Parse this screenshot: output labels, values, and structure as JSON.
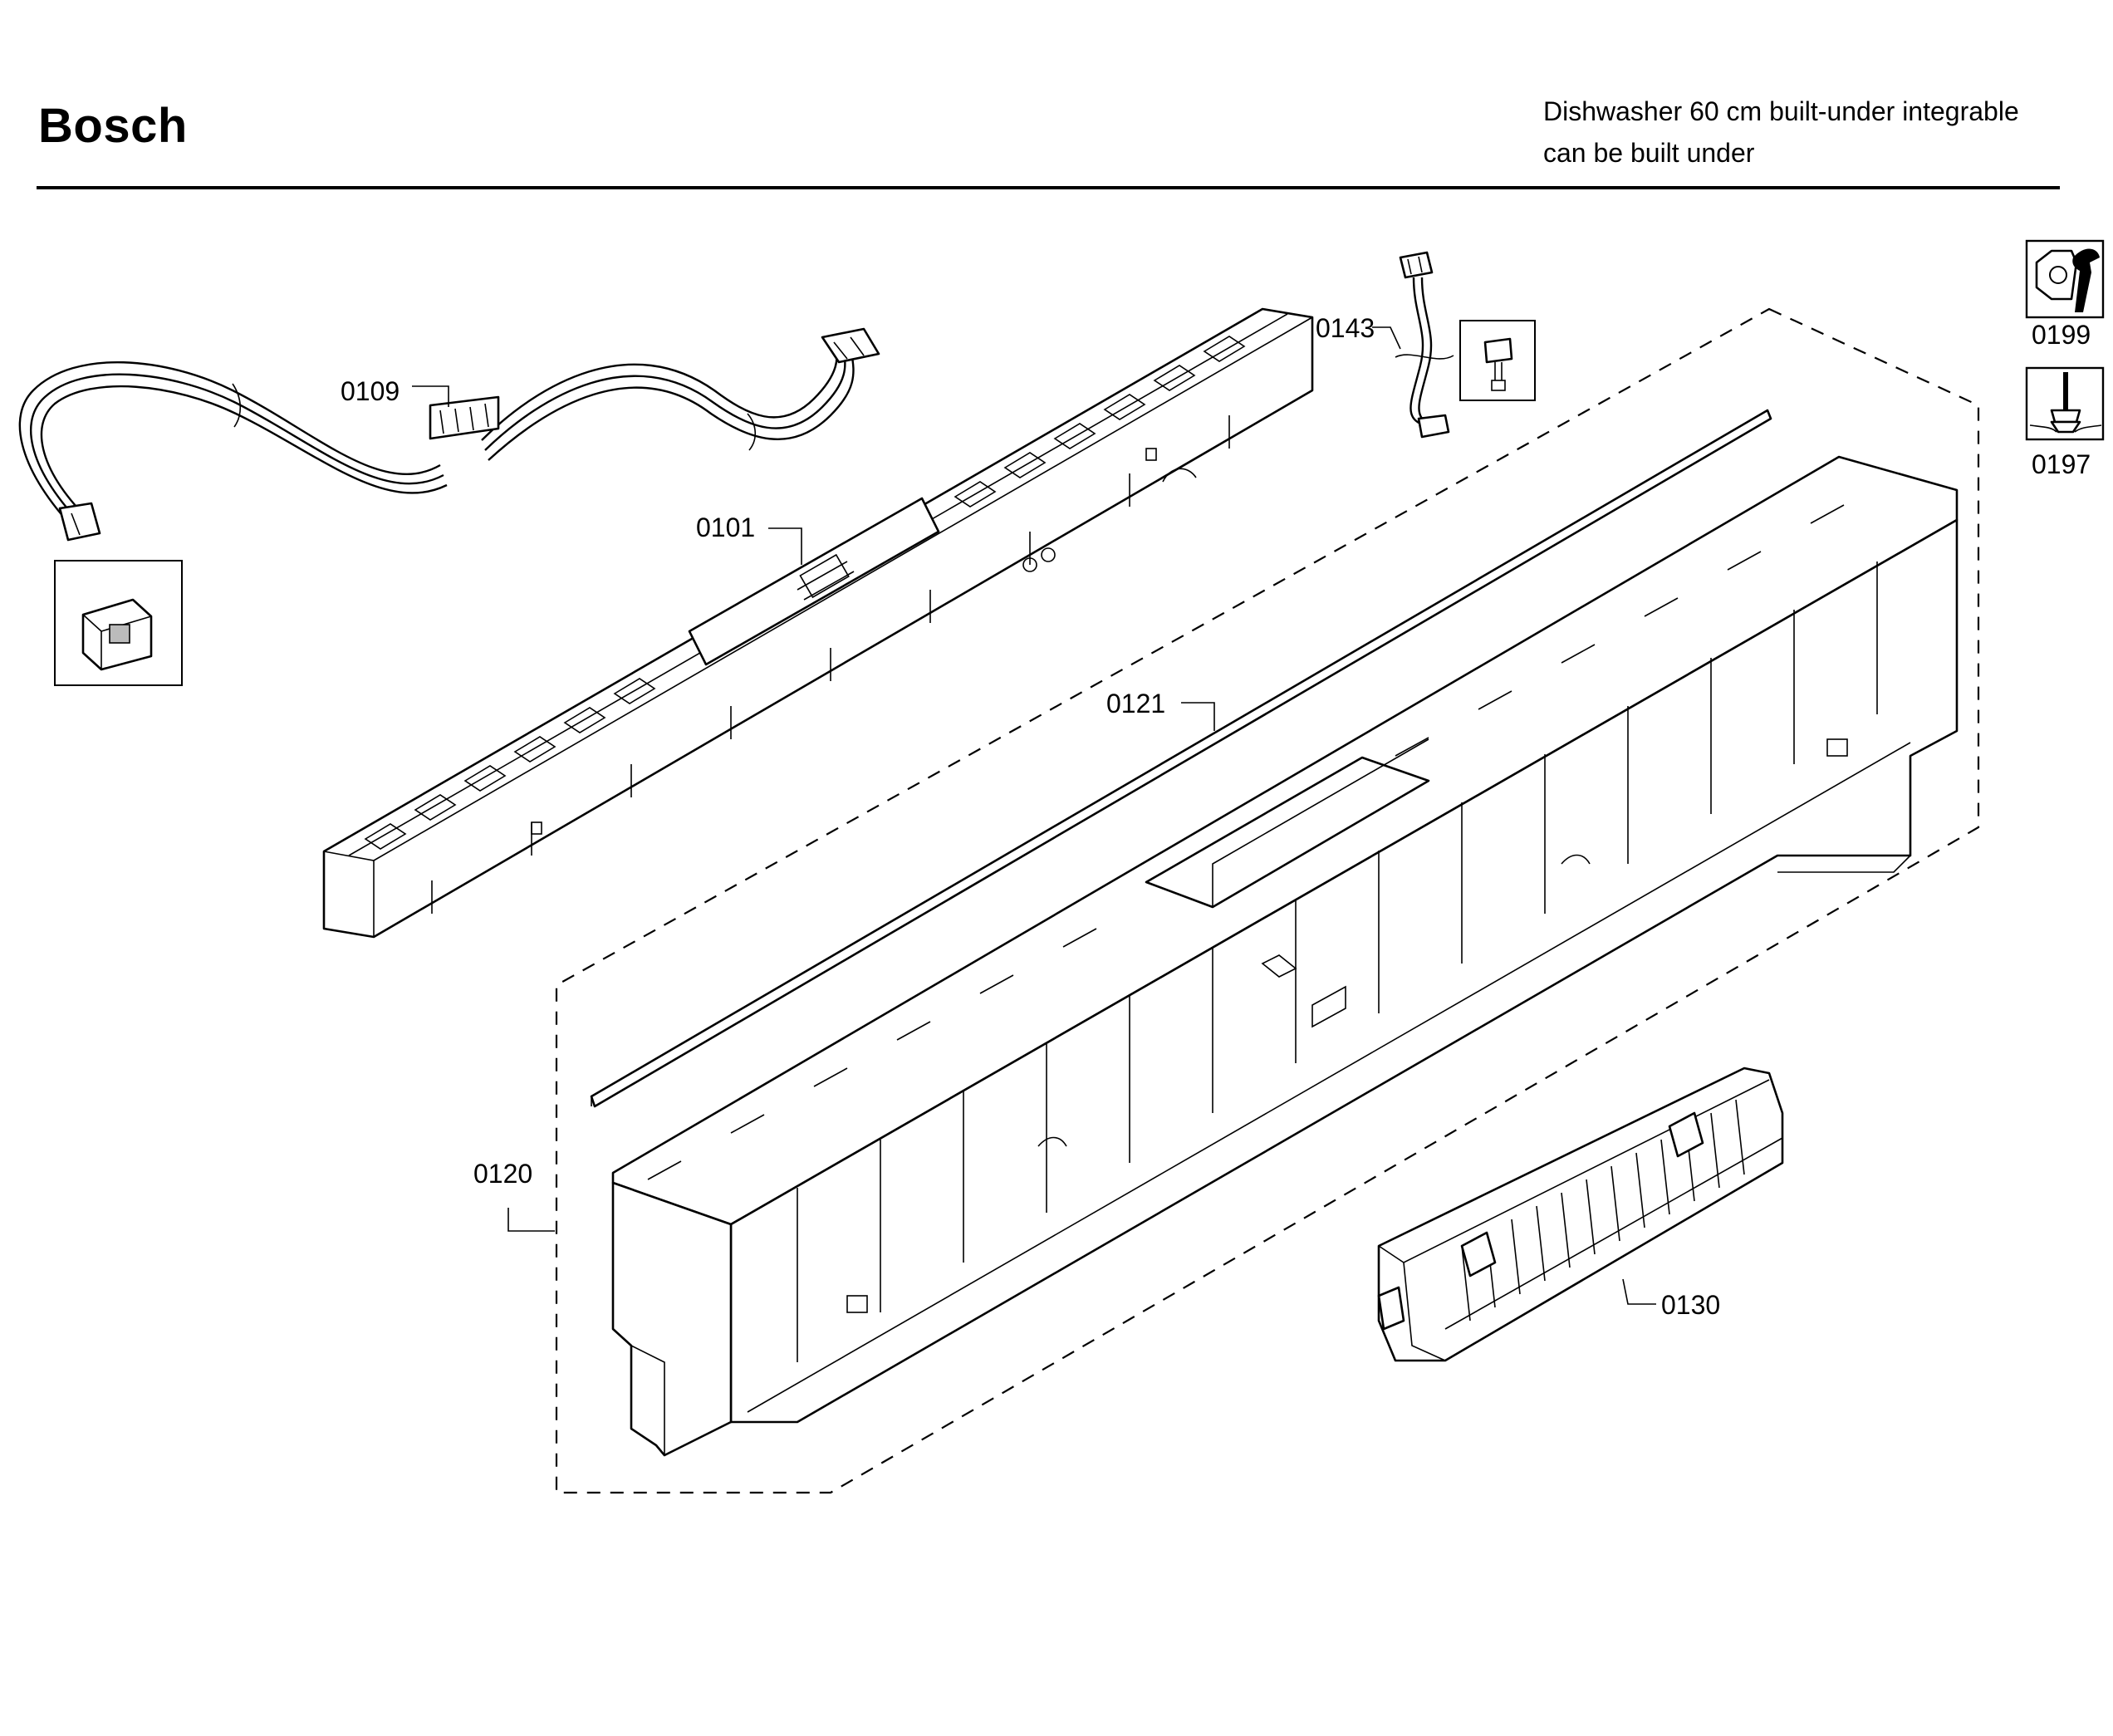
{
  "header": {
    "brand": "Bosch",
    "description_line1": "Dishwasher 60 cm built-under integrable",
    "description_line2": "can be built under"
  },
  "parts": [
    {
      "id": "0109",
      "label": "0109",
      "name": "wiring-harness"
    },
    {
      "id": "0101",
      "label": "0101",
      "name": "control-module"
    },
    {
      "id": "0143",
      "label": "0143",
      "name": "sensor-cable"
    },
    {
      "id": "0121",
      "label": "0121",
      "name": "seal-strip"
    },
    {
      "id": "0120",
      "label": "0120",
      "name": "control-panel-fascia"
    },
    {
      "id": "0130",
      "label": "0130",
      "name": "cover-panel"
    }
  ],
  "tools": [
    {
      "id": "0199",
      "label": "0199",
      "icon": "wrench-nut-icon"
    },
    {
      "id": "0197",
      "label": "0197",
      "icon": "screwdriver-icon"
    }
  ]
}
